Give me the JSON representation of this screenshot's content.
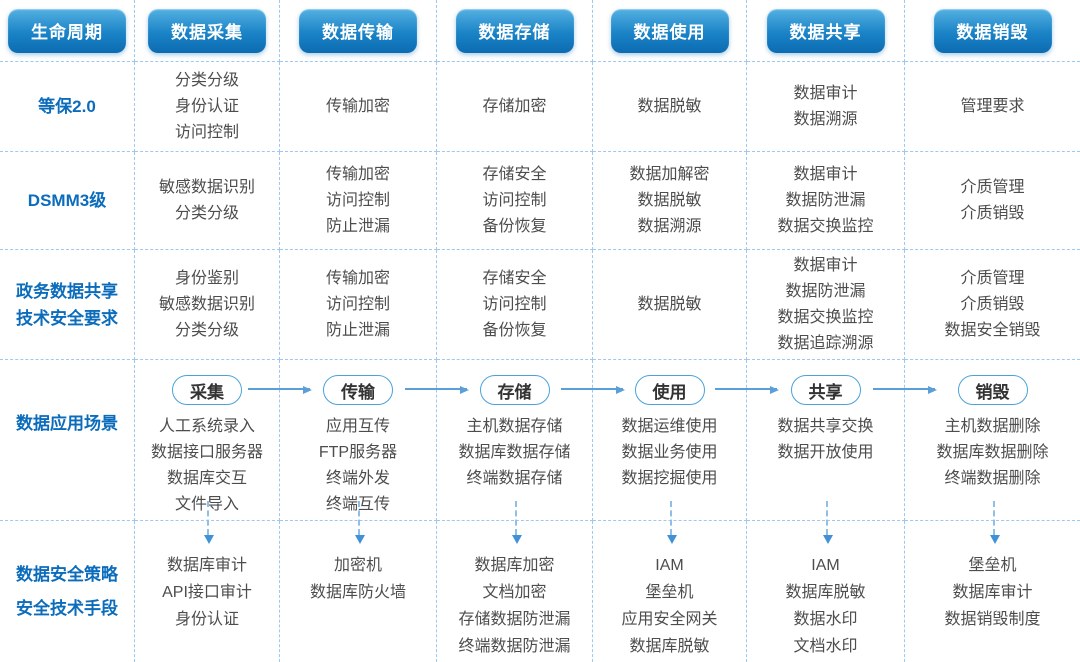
{
  "palette": {
    "header_gradient_top": "#54B0E2",
    "header_gradient_bottom": "#0C6BB2",
    "row_label_blue": "#0C6CBC",
    "body_text_gray": "#4D4D4D",
    "grid_dashed_line": "#9FC8EF",
    "pill_border_blue": "#4BA2DA",
    "arrow_blue": "#5B9FD8"
  },
  "matrix": {
    "header": [
      "生命周期",
      "数据采集",
      "数据传输",
      "数据存储",
      "数据使用",
      "数据共享",
      "数据销毁"
    ],
    "rows": [
      {
        "label": "等保2.0",
        "cells": [
          "分类分级\n身份认证\n访问控制",
          "传输加密",
          "存储加密",
          "数据脱敏",
          "数据审计\n数据溯源",
          "管理要求"
        ]
      },
      {
        "label": "DSMM3级",
        "cells": [
          "敏感数据识别\n分类分级",
          "传输加密\n访问控制\n防止泄漏",
          "存储安全\n访问控制\n备份恢复",
          "数据加解密\n数据脱敏\n数据溯源",
          "数据审计\n数据防泄漏\n数据交换监控",
          "介质管理\n介质销毁"
        ]
      },
      {
        "label": "政务数据共享\n技术安全要求",
        "cells": [
          "身份鉴别\n敏感数据识别\n分类分级",
          "传输加密\n访问控制\n防止泄漏",
          "存储安全\n访问控制\n备份恢复",
          "数据脱敏",
          "数据审计\n数据防泄漏\n数据交换监控\n数据追踪溯源",
          "介质管理\n介质销毁\n数据安全销毁"
        ]
      }
    ],
    "scenario": {
      "label": "数据应用场景",
      "stages": [
        {
          "pill": "采集",
          "items": "人工系统录入\n数据接口服务器\n数据库交互\n文件导入"
        },
        {
          "pill": "传输",
          "items": "应用互传\nFTP服务器\n终端外发\n终端互传"
        },
        {
          "pill": "存储",
          "items": "主机数据存储\n数据库数据存储\n终端数据存储"
        },
        {
          "pill": "使用",
          "items": "数据运维使用\n数据业务使用\n数据挖掘使用"
        },
        {
          "pill": "共享",
          "items": "数据共享交换\n数据开放使用"
        },
        {
          "pill": "销毁",
          "items": "主机数据删除\n数据库数据删除\n终端数据删除"
        }
      ]
    },
    "measures": {
      "label": "数据安全策略\n安全技术手段",
      "cells": [
        "数据库审计\nAPI接口审计\n身份认证",
        "加密机\n数据库防火墙",
        "数据库加密\n文档加密\n存储数据防泄漏\n终端数据防泄漏",
        "IAM\n堡垒机\n应用安全网关\n数据库脱敏",
        "IAM\n数据库脱敏\n数据水印\n文档水印",
        "堡垒机\n数据库审计\n数据销毁制度"
      ]
    }
  }
}
